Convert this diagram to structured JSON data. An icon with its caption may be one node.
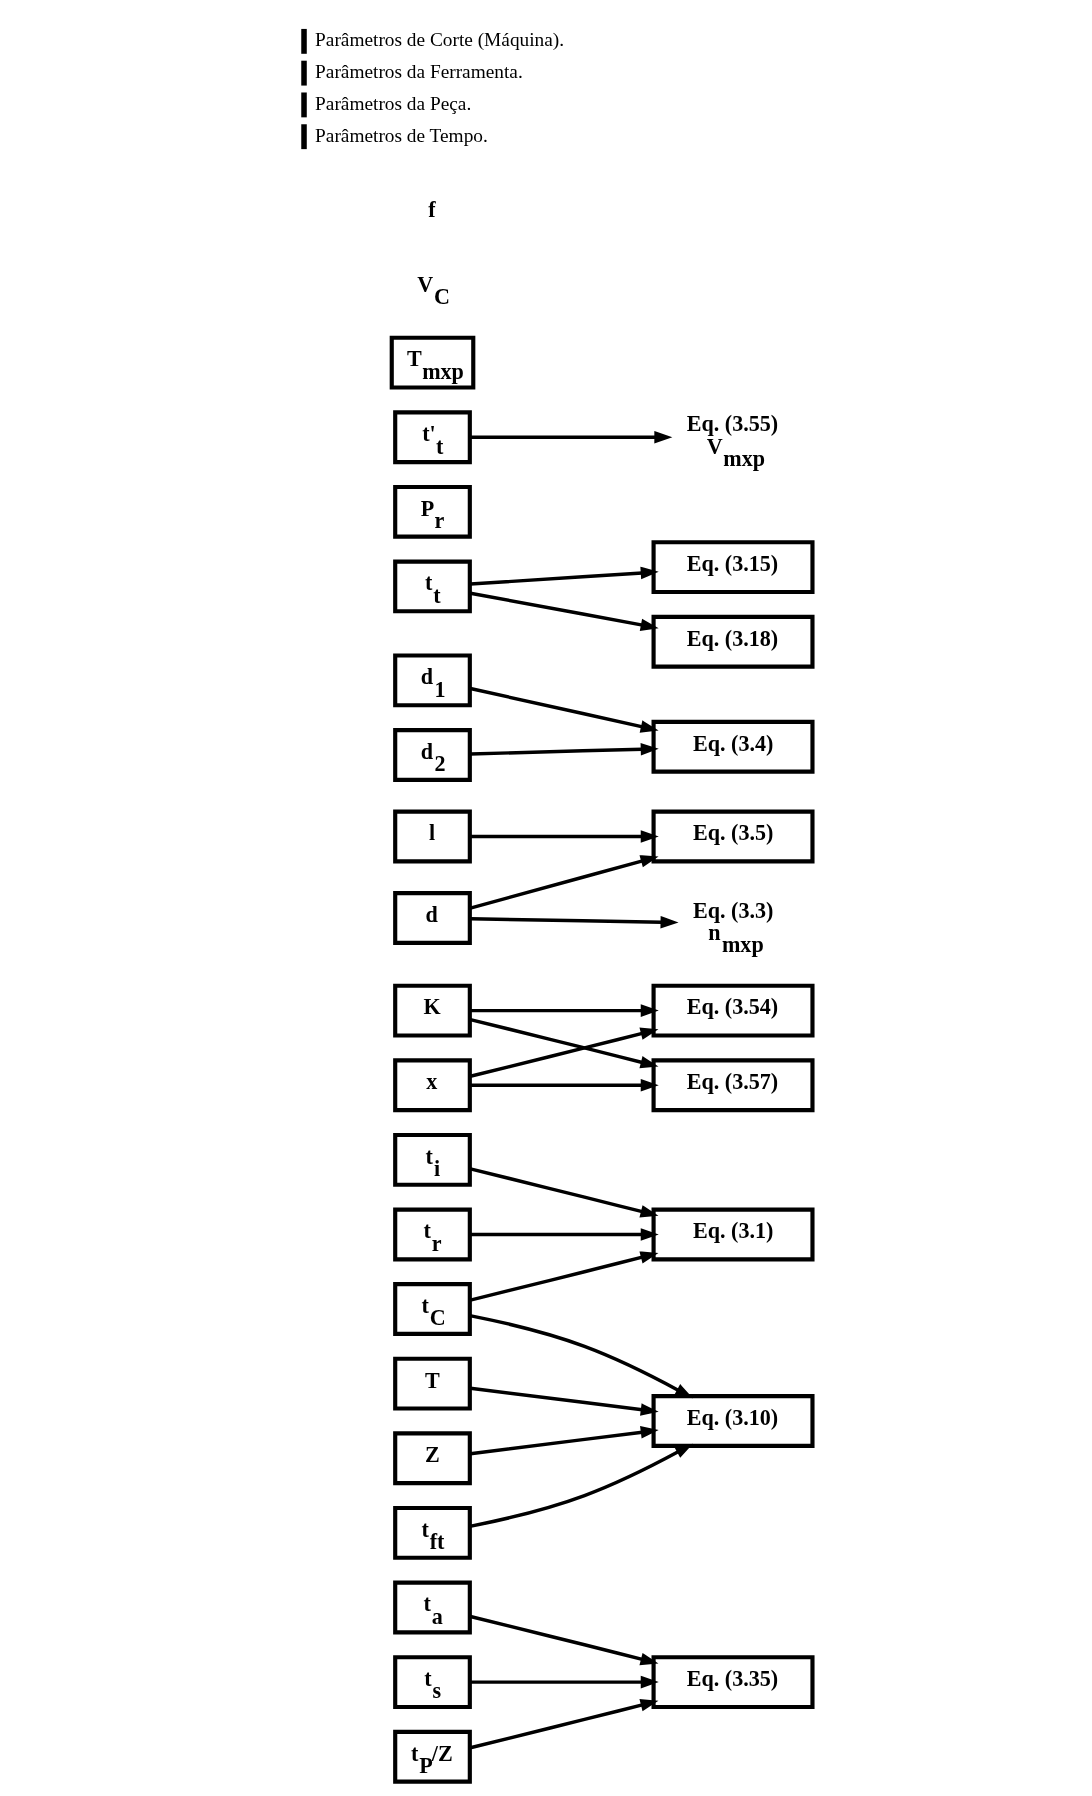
{
  "diagram": {
    "nodes": [
      {
        "text": [
          "t$_{a}$"
        ]
      },
      {
        "text": [
          "t$_{s}$"
        ]
      },
      {
        "text": [
          "t$_{P}$/Z"
        ]
      },
      {
        "text": [
          "Eq. (3.35)"
        ]
      },
      {
        "text": [
          "t$_{i}$"
        ]
      },
      {
        "text": [
          "Eq. (3.54)"
        ]
      },
      {
        "text": [
          "T"
        ]
      },
      {
        "text": [
          "Z"
        ]
      },
      {
        "text": [
          "t$_{ft}$"
        ]
      },
      {
        "text": [
          "Eq. (3.10)"
        ]
      },
      {
        "text": [
          "t$_{r}$"
        ]
      },
      {
        "text": [
          "l"
        ]
      },
      {
        "text": [
          "Eq. (3.5)"
        ]
      },
      {
        "text": [
          "t$_{C}$"
        ]
      },
      {
        "text": [
          "d$_{1}$"
        ]
      },
      {
        "text": [
          "d$_{2}$"
        ]
      },
      {
        "text": [
          "Eq. (3.4)"
        ]
      },
      {
        "text": [
          "d"
        ]
      },
      {
        "text": [
          "K"
        ]
      },
      {
        "text": [
          "x"
        ]
      },
      {
        "text": [
          "Eq. (3.1)"
        ]
      },
      {
        "text": [
          "t$_{t}$"
        ]
      },
      {
        "text": [
          "Eq. (3.15)"
        ]
      },
      {
        "text": [
          "P$_{r}$"
        ]
      },
      {
        "text": [
          "Eq. (3.18)"
        ]
      },
      {
        "text": [
          "t'$_{t}$"
        ]
      },
      {
        "text": [
          "Eq. (3.55)",
          "V$_{mxp}$"
        ]
      },
      {
        "text": [
          "Eq. (3.3)",
          "n$_{mxp}$"
        ]
      },
      {
        "text": [
          "Eq. (3.57)"
        ]
      },
      {
        "text": [
          "T$_{mxp}$"
        ]
      }
    ],
    "edges": [
      {
        "from": 0,
        "to": 3,
        "arrow": "to"
      },
      {
        "from": 1,
        "to": 3,
        "arrow": "to"
      },
      {
        "from": 2,
        "to": 3,
        "arrow": "to"
      },
      {
        "from": 4,
        "to": 20,
        "arrow": "to"
      },
      {
        "from": 19,
        "to": 5,
        "arrow": "to"
      },
      {
        "from": 18,
        "to": 5,
        "arrow": "to"
      },
      {
        "from": 6,
        "to": 9,
        "arrow": "to"
      },
      {
        "from": 7,
        "to": 9,
        "arrow": "to"
      },
      {
        "from": 8,
        "to": 9,
        "arrow": "to"
      },
      {
        "from": 10,
        "to": 20,
        "arrow": "to"
      },
      {
        "from": 11,
        "to": 12,
        "arrow": "to"
      },
      {
        "from": 13,
        "to": 9,
        "arrow": "to"
      },
      {
        "from": 13,
        "to": 20,
        "arrow": "to"
      },
      {
        "from": 14,
        "to": 16,
        "arrow": "to"
      },
      {
        "from": 15,
        "to": 16,
        "arrow": "to"
      },
      {
        "from": 17,
        "to": 12,
        "arrow": "to"
      },
      {
        "from": 17,
        "to": 27,
        "arrow": "to"
      },
      {
        "from": 18,
        "to": 28,
        "arrow": "to"
      },
      {
        "from": 19,
        "to": 28,
        "arrow": "to"
      },
      {
        "from": 21,
        "to": 24,
        "arrow": "to"
      },
      {
        "from": 21,
        "to": 22,
        "arrow": "to"
      },
      {
        "from": 25,
        "to": 26,
        "arrow": "to"
      }
    ],
    "labels": [
      "V$_{C}$",
      "f"
    ],
    "legend": [
      {
        "text": "Parâmetros de Corte (Máquina)."
      },
      {
        "text": "Parâmetros da Ferramenta."
      },
      {
        "text": "Parâmetros da Peça."
      },
      {
        "text": "Parâmetros de Tempo."
      }
    ]
  }
}
